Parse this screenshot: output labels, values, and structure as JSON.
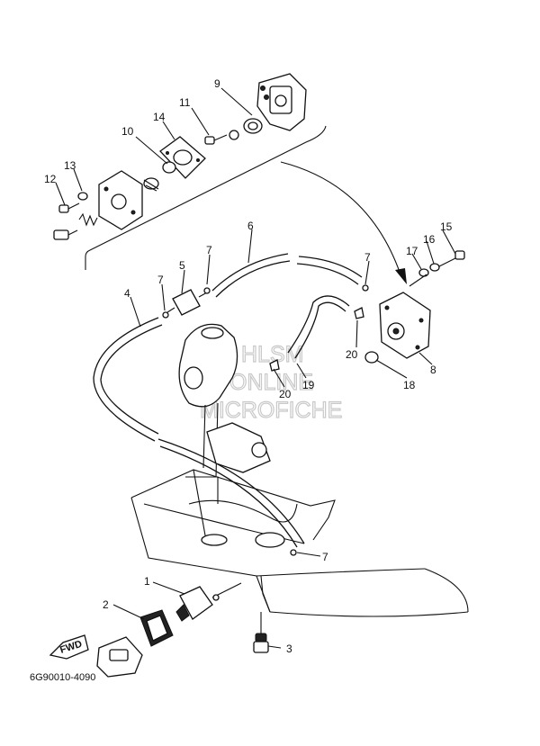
{
  "diagram_code": "6G90010-4090",
  "direction_badge": "FWD",
  "watermark": {
    "line1": "HLSM",
    "line2": "ONLINE",
    "line3": "MICROFICHE"
  },
  "callouts": [
    {
      "id": "c1",
      "label": "1"
    },
    {
      "id": "c2",
      "label": "2"
    },
    {
      "id": "c3",
      "label": "3"
    },
    {
      "id": "c4",
      "label": "4"
    },
    {
      "id": "c5",
      "label": "5"
    },
    {
      "id": "c6",
      "label": "6"
    },
    {
      "id": "c7a",
      "label": "7"
    },
    {
      "id": "c7b",
      "label": "7"
    },
    {
      "id": "c7c",
      "label": "7"
    },
    {
      "id": "c7d",
      "label": "7"
    },
    {
      "id": "c8",
      "label": "8"
    },
    {
      "id": "c9",
      "label": "9"
    },
    {
      "id": "c10",
      "label": "10"
    },
    {
      "id": "c11",
      "label": "11"
    },
    {
      "id": "c12",
      "label": "12"
    },
    {
      "id": "c13",
      "label": "13"
    },
    {
      "id": "c14",
      "label": "14"
    },
    {
      "id": "c15",
      "label": "15"
    },
    {
      "id": "c16",
      "label": "16"
    },
    {
      "id": "c17",
      "label": "17"
    },
    {
      "id": "c18",
      "label": "18"
    },
    {
      "id": "c19",
      "label": "19"
    },
    {
      "id": "c20a",
      "label": "20"
    },
    {
      "id": "c20b",
      "label": "20"
    }
  ]
}
